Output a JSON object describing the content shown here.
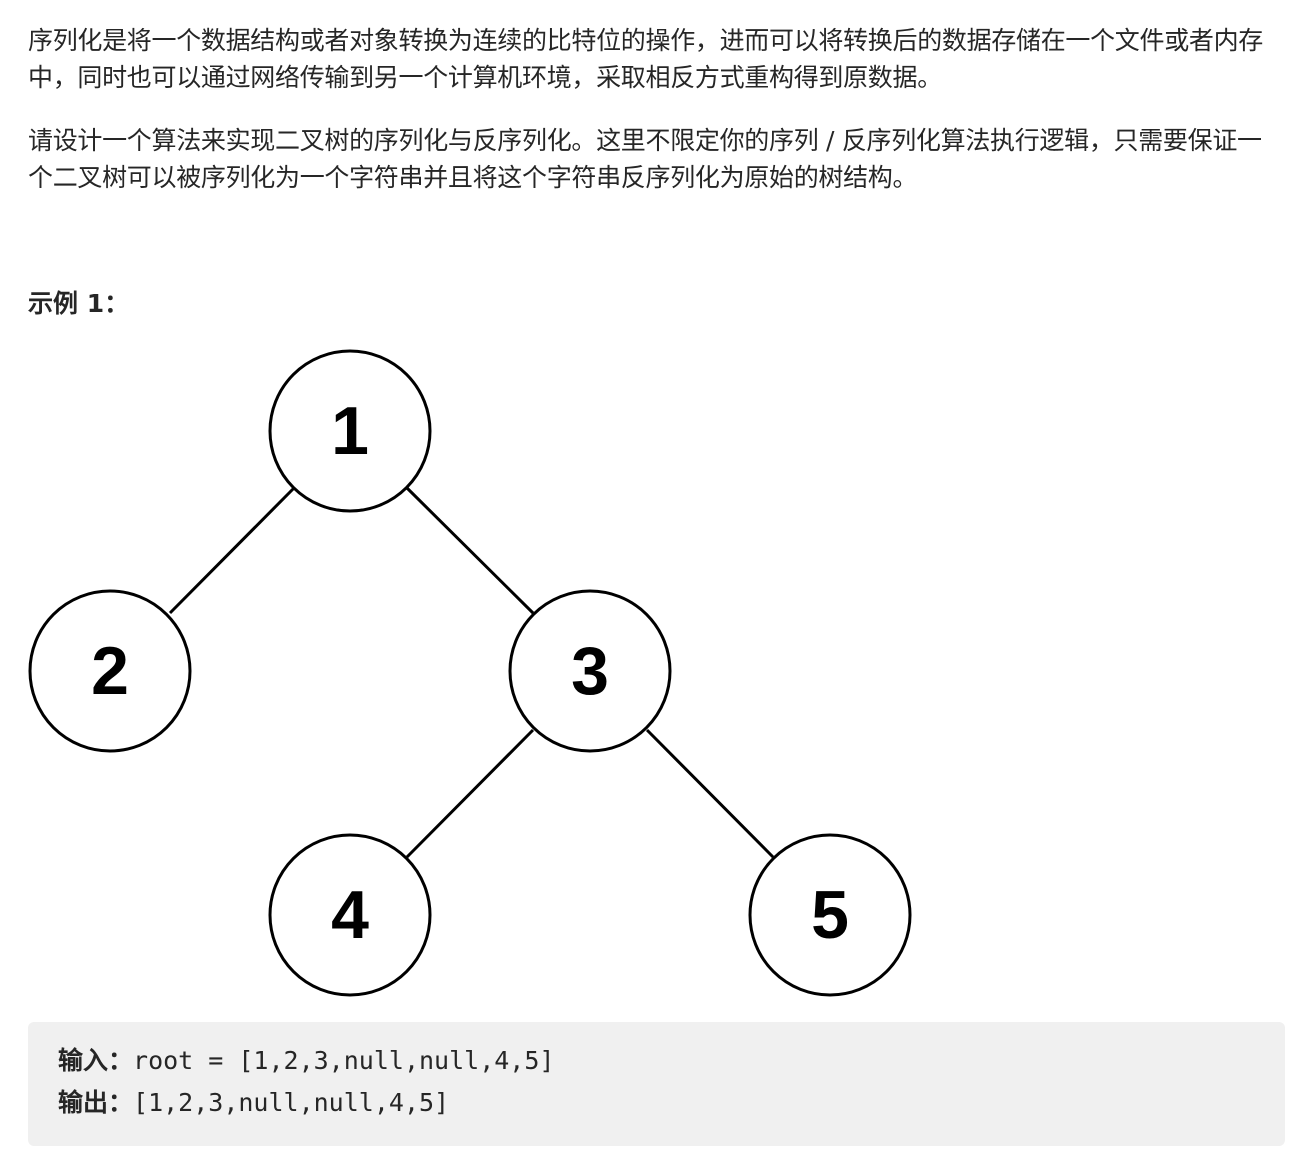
{
  "description": {
    "paragraph_1": "序列化是将一个数据结构或者对象转换为连续的比特位的操作，进而可以将转换后的数据存储在一个文件或者内存中，同时也可以通过网络传输到另一个计算机环境，采取相反方式重构得到原数据。",
    "paragraph_2": "请设计一个算法来实现二叉树的序列化与反序列化。这里不限定你的序列 / 反序列化算法执行逻辑，只需要保证一个二叉树可以被序列化为一个字符串并且将这个字符串反序列化为原始的树结构。"
  },
  "example": {
    "heading": "示例 1：",
    "tree": {
      "nodes": [
        "1",
        "2",
        "3",
        "4",
        "5"
      ],
      "edges": [
        [
          "1",
          "2"
        ],
        [
          "1",
          "3"
        ],
        [
          "3",
          "4"
        ],
        [
          "3",
          "5"
        ]
      ]
    },
    "input_label": "输入：",
    "input_value": "root = [1,2,3,null,null,4,5]",
    "output_label": "输出：",
    "output_value": "[1,2,3,null,null,4,5]"
  }
}
